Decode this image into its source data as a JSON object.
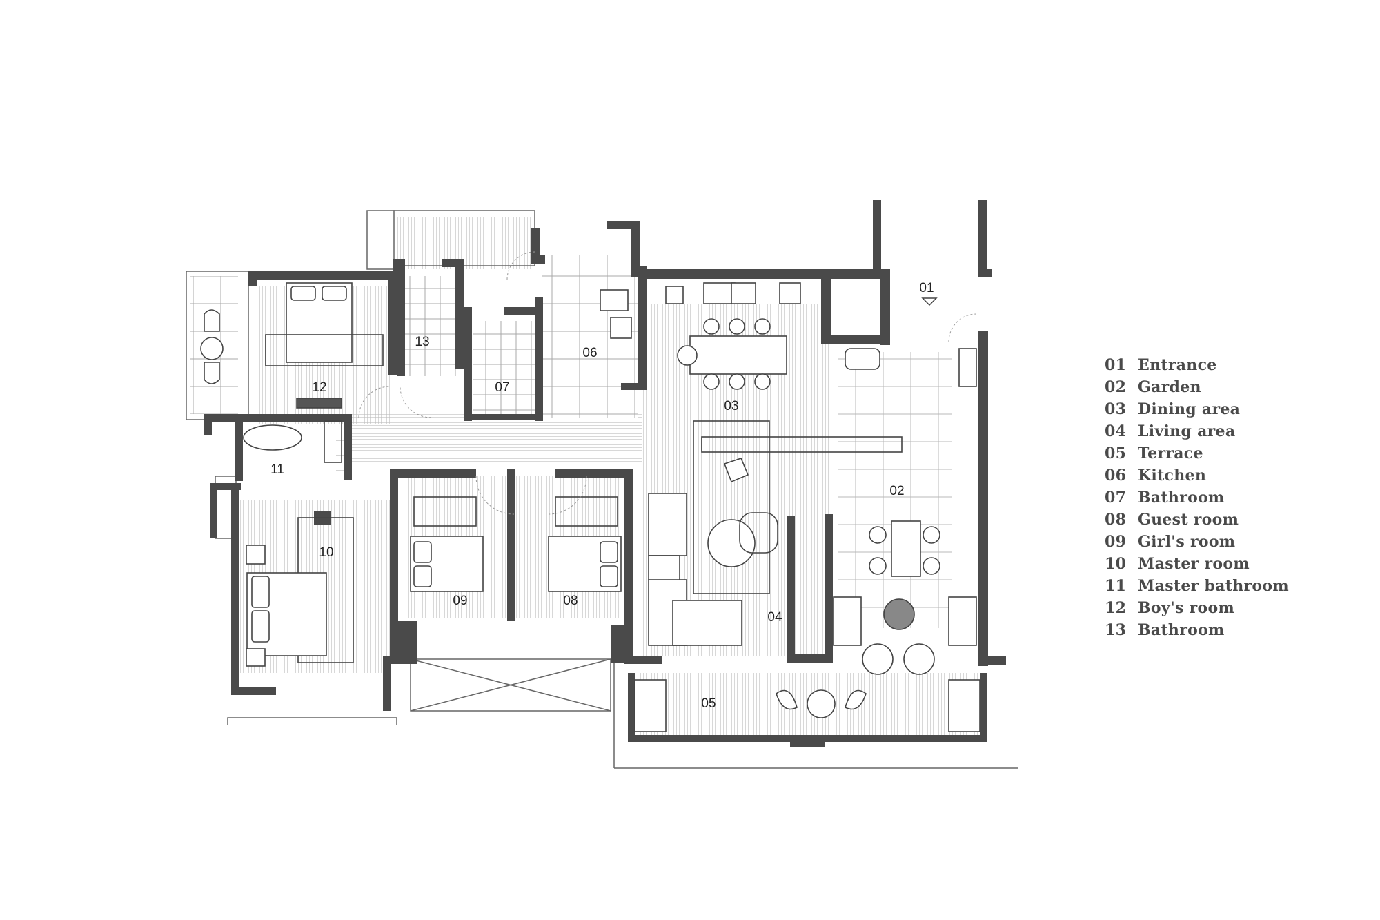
{
  "plan": {
    "room_numbers": [
      {
        "id": "r01",
        "label": "01"
      },
      {
        "id": "r02",
        "label": "02"
      },
      {
        "id": "r03",
        "label": "03"
      },
      {
        "id": "r04",
        "label": "04"
      },
      {
        "id": "r05",
        "label": "05"
      },
      {
        "id": "r06",
        "label": "06"
      },
      {
        "id": "r07",
        "label": "07"
      },
      {
        "id": "r08",
        "label": "08"
      },
      {
        "id": "r09",
        "label": "09"
      },
      {
        "id": "r10",
        "label": "10"
      },
      {
        "id": "r11",
        "label": "11"
      },
      {
        "id": "r12",
        "label": "12"
      },
      {
        "id": "r13",
        "label": "13"
      }
    ],
    "colors": {
      "wall": "#4a4a4a",
      "thin_line": "#555555",
      "floor_hatch": "#b8b8b8",
      "tile_line": "#9a9a9a"
    }
  },
  "legend": {
    "items": [
      {
        "num": "01",
        "label": "Entrance"
      },
      {
        "num": "02",
        "label": "Garden"
      },
      {
        "num": "03",
        "label": "Dining area"
      },
      {
        "num": "04",
        "label": "Living area"
      },
      {
        "num": "05",
        "label": "Terrace"
      },
      {
        "num": "06",
        "label": "Kitchen"
      },
      {
        "num": "07",
        "label": "Bathroom"
      },
      {
        "num": "08",
        "label": "Guest room"
      },
      {
        "num": "09",
        "label": "Girl's room"
      },
      {
        "num": "10",
        "label": "Master room"
      },
      {
        "num": "11",
        "label": "Master bathroom"
      },
      {
        "num": "12",
        "label": "Boy's room"
      },
      {
        "num": "13",
        "label": "Bathroom"
      }
    ]
  }
}
